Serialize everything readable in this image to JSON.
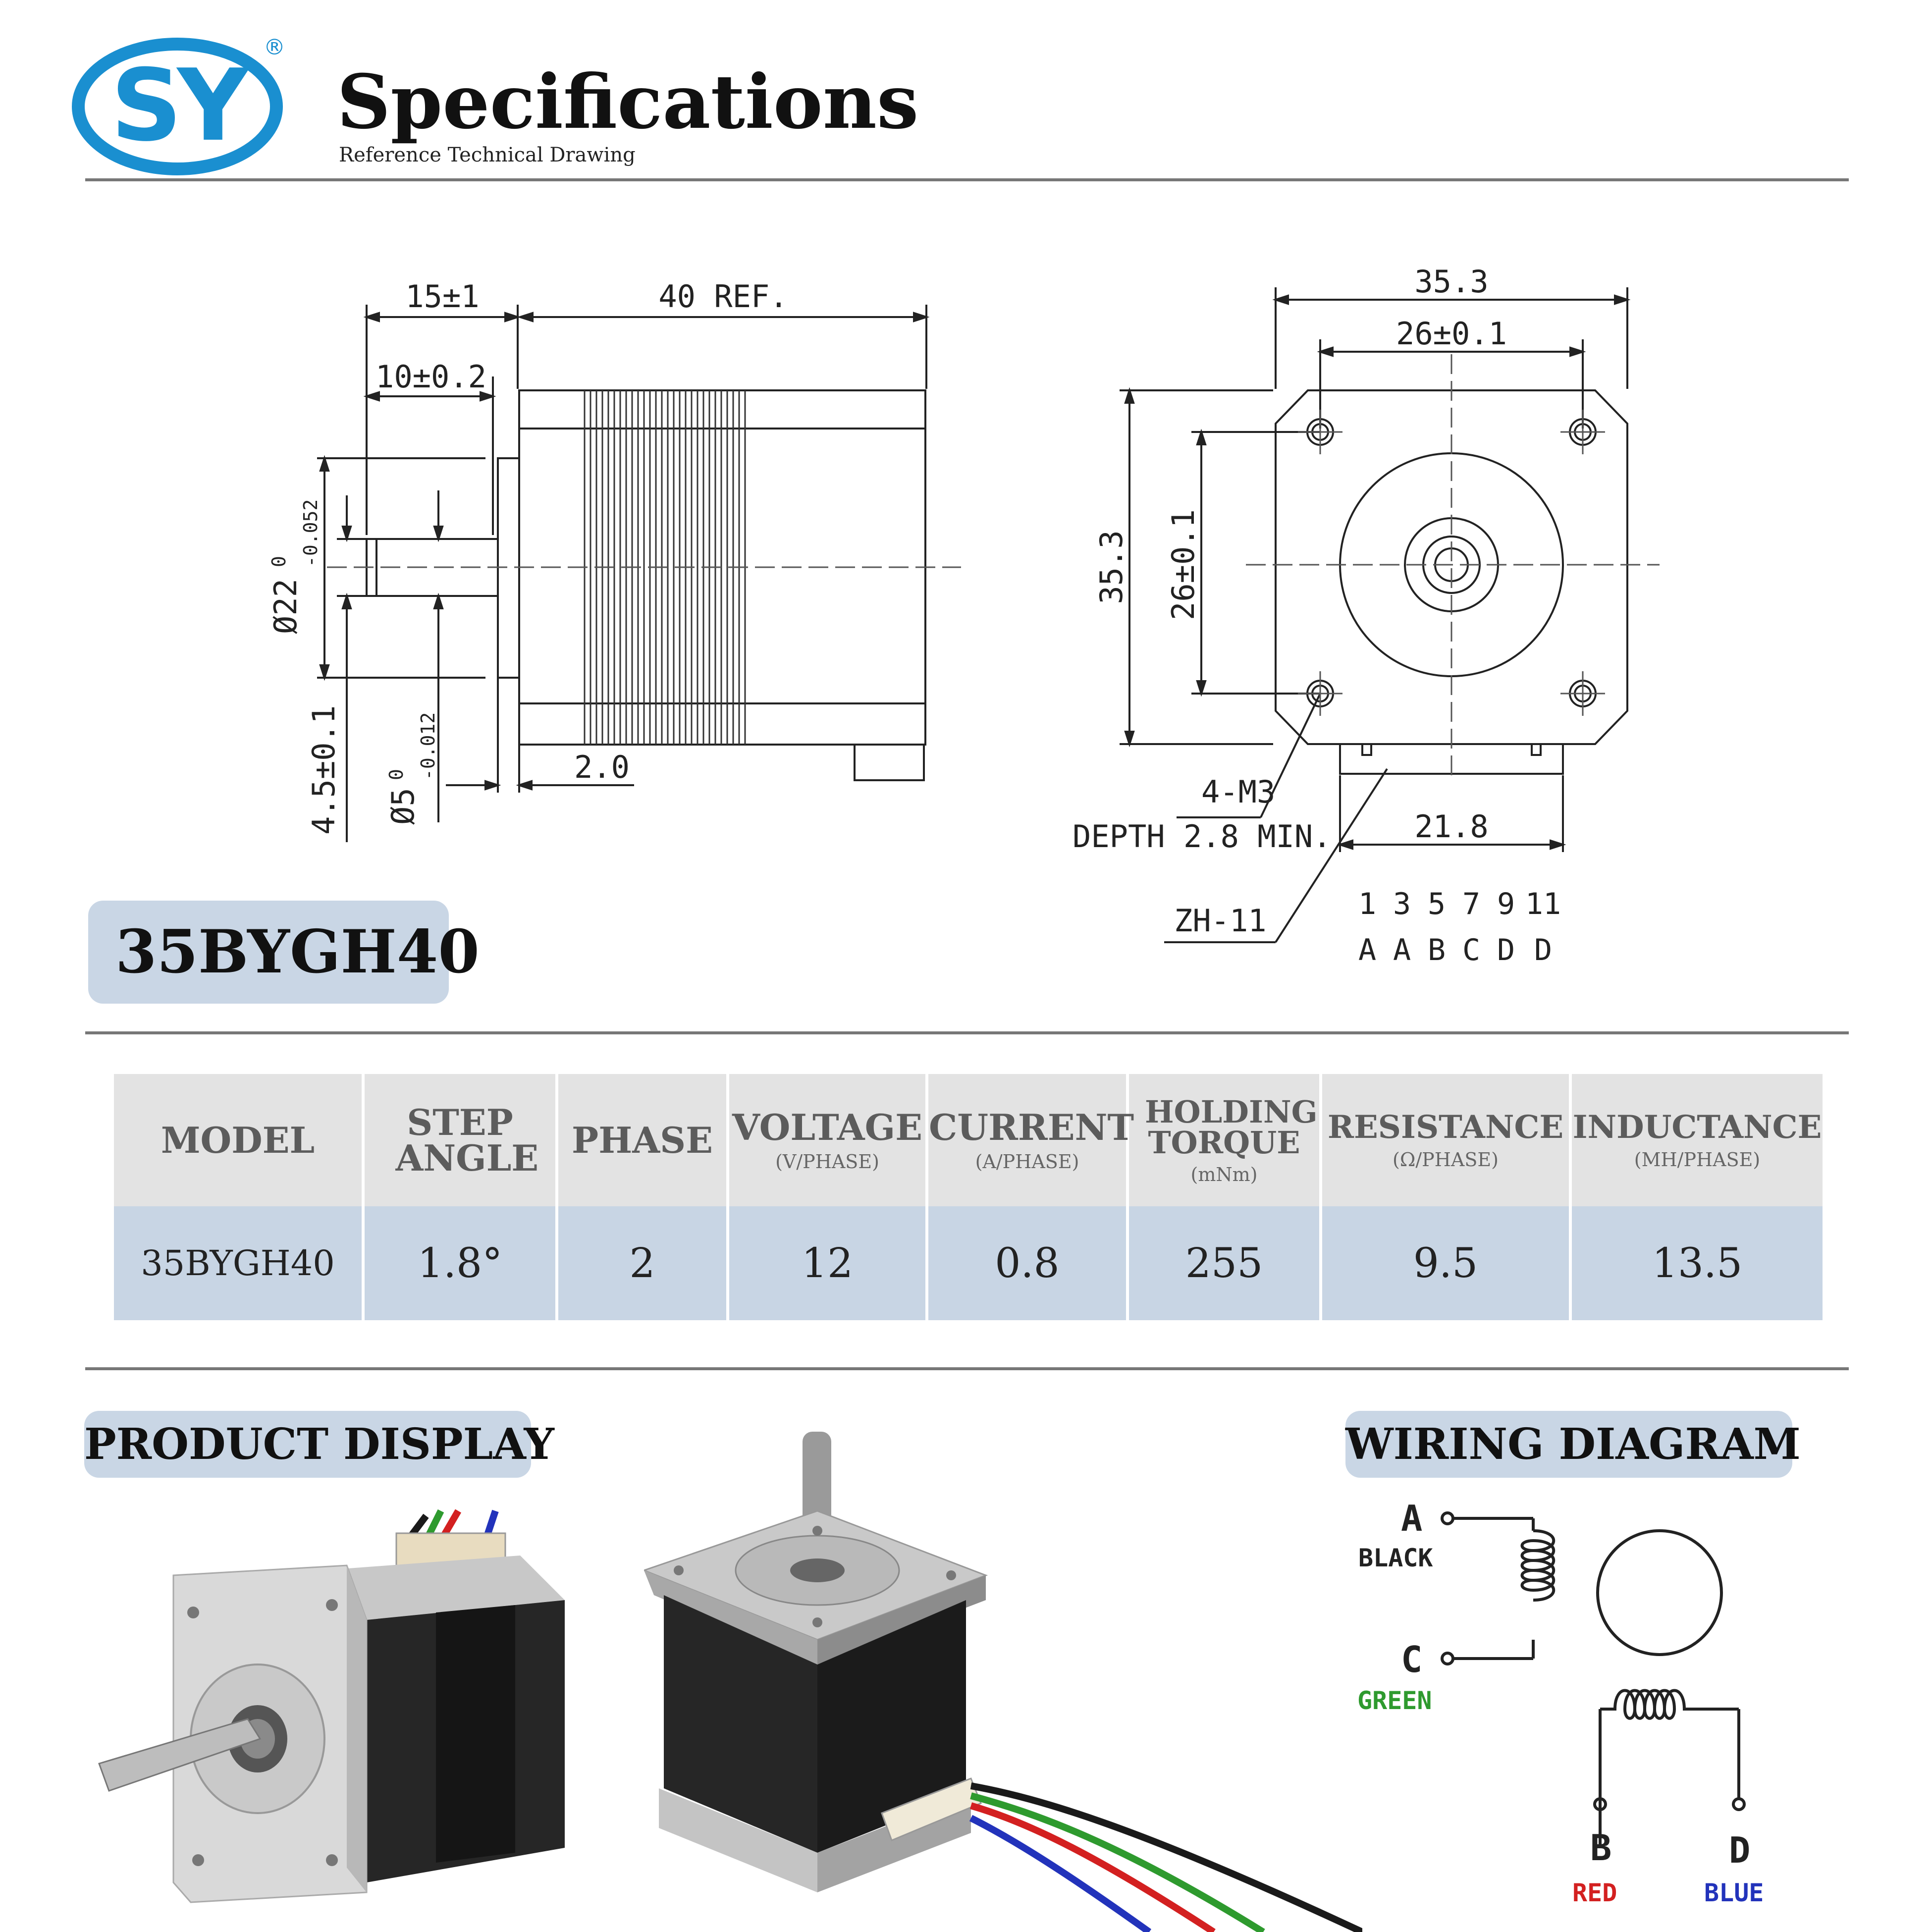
{
  "header": {
    "logo_text": "SY",
    "logo_mark": "®",
    "title": "Specifications",
    "subtitle": "Reference Technical Drawing"
  },
  "colors": {
    "brand_blue": "#1a8fd0",
    "pill_bg": "#c9d6e5",
    "table_header_bg": "#e3e3e3",
    "table_row_bg": "#c8d5e4",
    "wire_green": "#2e9a2e",
    "wire_red": "#d32020",
    "wire_blue": "#2233bb"
  },
  "drawing": {
    "side": {
      "dim_15": "15±1",
      "dim_40": "40 REF.",
      "dim_10": "10±0.2",
      "dim_22": "Ø22",
      "dim_22_upper": "0",
      "dim_22_lower": "-0.052",
      "dim_45": "4.5±0.1",
      "dim_5": "Ø5",
      "dim_5_upper": "0",
      "dim_5_lower": "-0.012",
      "dim_20": "2.0"
    },
    "front": {
      "dim_353_top": "35.3",
      "dim_26_top": "26±0.1",
      "dim_353_left": "35.3",
      "dim_26_left": "26±0.1",
      "note_m3": "4-M3",
      "note_depth": "DEPTH 2.8 MIN.",
      "dim_218": "21.8",
      "connector": "ZH-11",
      "pin_numbers": [
        "1",
        "3",
        "5",
        "7",
        "9",
        "11"
      ],
      "pin_letters": [
        "A",
        "A",
        "B",
        "C",
        "D",
        "D"
      ]
    }
  },
  "model_badge": "35BYGH40",
  "table": {
    "headers": [
      {
        "label": "MODEL",
        "unit": ""
      },
      {
        "label": "STEP ANGLE",
        "unit": ""
      },
      {
        "label": "PHASE",
        "unit": ""
      },
      {
        "label": "VOLTAGE",
        "unit": "(V/PHASE)"
      },
      {
        "label": "CURRENT",
        "unit": "(A/PHASE)"
      },
      {
        "label": "HOLDING TORQUE",
        "unit": "(mNm)"
      },
      {
        "label": "RESISTANCE",
        "unit": "(Ω/PHASE)"
      },
      {
        "label": "INDUCTANCE",
        "unit": "(MH/PHASE)"
      }
    ],
    "row": [
      "35BYGH40",
      "1.8°",
      "2",
      "12",
      "0.8",
      "255",
      "9.5",
      "13.5"
    ]
  },
  "product_display": "PRODUCT DISPLAY",
  "wiring": {
    "title": "WIRING DIAGRAM",
    "a_letter": "A",
    "a_color": "BLACK",
    "c_letter": "C",
    "c_color": "GREEN",
    "b_letter": "B",
    "b_color": "RED",
    "d_letter": "D",
    "d_color": "BLUE"
  }
}
